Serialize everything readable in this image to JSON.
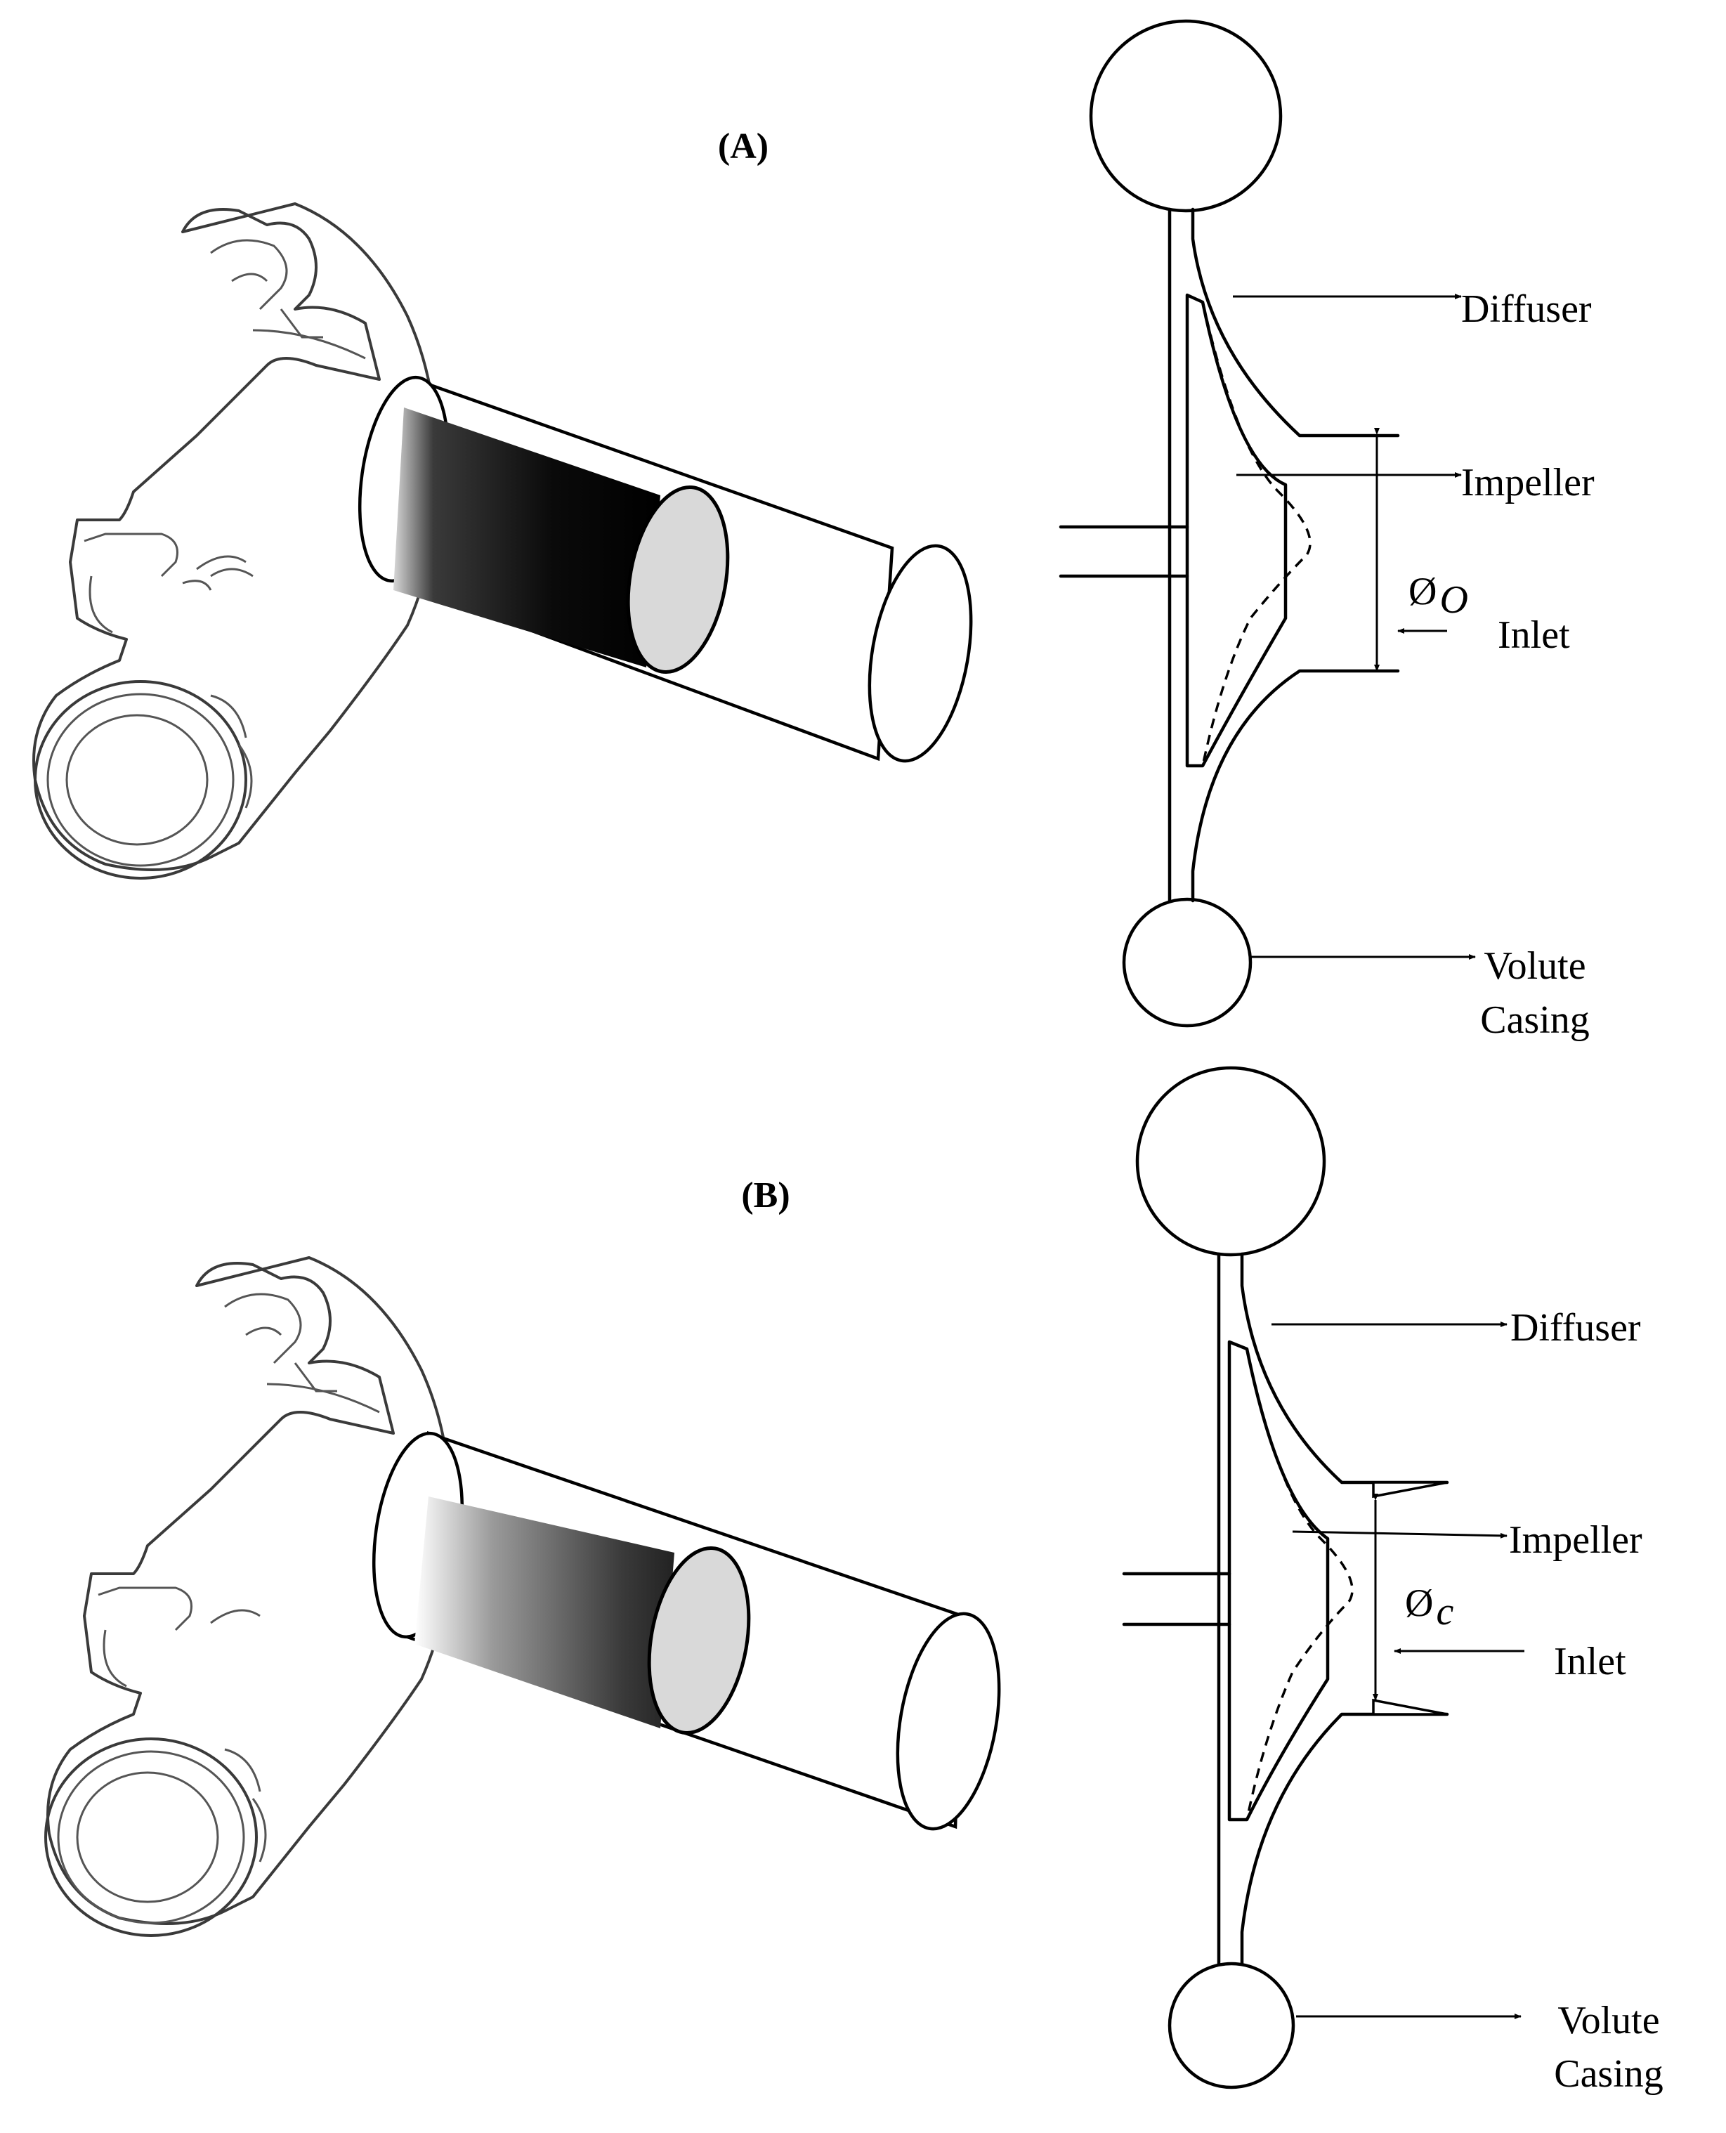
{
  "panels": [
    {
      "id": "A",
      "label": "(A)",
      "labels": {
        "diffuser": "Diffuser",
        "impeller": "Impeller",
        "inlet": "Inlet",
        "volute_casing_line1": "Volute",
        "volute_casing_line2": "Casing",
        "diameter_base": "Ø",
        "diameter_sub": "O"
      }
    },
    {
      "id": "B",
      "label": "(B)",
      "labels": {
        "diffuser": "Diffuser",
        "impeller": "Impeller",
        "inlet": "Inlet",
        "volute_casing_line1": "Volute",
        "volute_casing_line2": "Casing",
        "diameter_base": "Ø",
        "diameter_sub": "c"
      }
    }
  ]
}
